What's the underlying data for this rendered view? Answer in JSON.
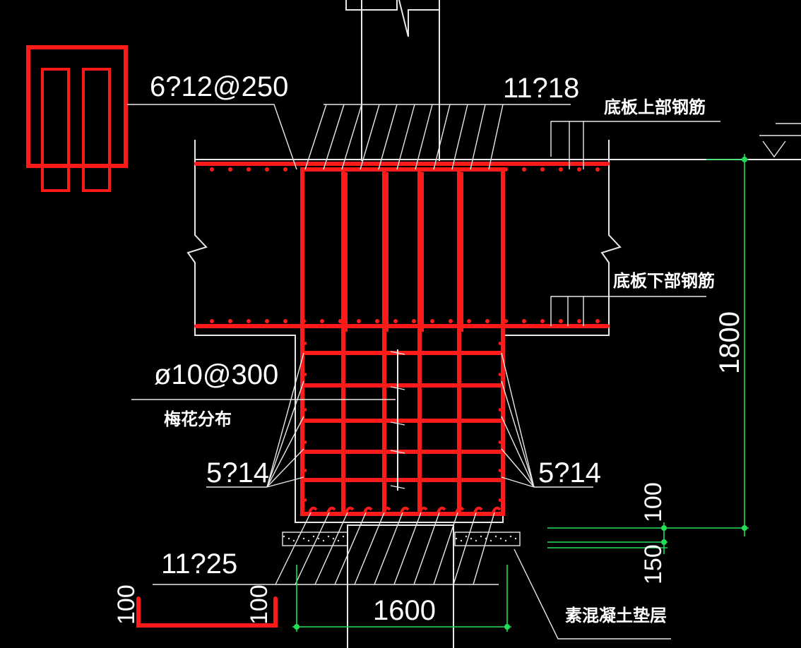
{
  "labels": {
    "top_distribution": "6?12@250",
    "top_main_bars": "11?18",
    "slab_top_rebar": "底板上部钢筋",
    "slab_bottom_rebar": "底板下部钢筋",
    "tie_bars": "ø10@300",
    "tie_layout": "梅花分布",
    "side_bars_left": "5?14",
    "side_bars_right": "5?14",
    "bottom_bars": "11?25",
    "lean_concrete": "素混凝土垫层"
  },
  "dimensions": {
    "depth": "1800",
    "width": "1600",
    "cushion_150": "150",
    "cushion_100": "100",
    "hook_left": "100",
    "hook_right": "100"
  },
  "colors": {
    "background": "#000000",
    "rebar": "#ff1a1a",
    "outline": "#e8e8e8",
    "dimension": "#22dd55"
  }
}
